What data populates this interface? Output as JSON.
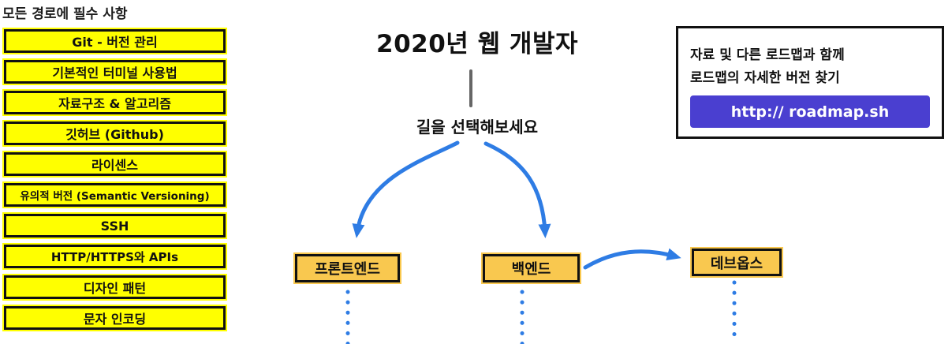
{
  "left_panel": {
    "title": "모든 경로에 필수 사항",
    "items": [
      "Git - 버전 관리",
      "기본적인 터미널 사용법",
      "자료구조 & 알고리즘",
      "깃허브 (Github)",
      "라이센스",
      "유의적 버전 (Semantic Versioning)",
      "SSH",
      "HTTP/HTTPS와 APIs",
      "디자인 패턴",
      "문자 인코딩"
    ]
  },
  "center": {
    "title": "2020년 웹 개발자",
    "subtitle": "길을 선택해보세요",
    "paths": [
      "프론트엔드",
      "백엔드",
      "데브옵스"
    ]
  },
  "info_box": {
    "line1": "자료 및 다른 로드맵과 함께",
    "line2": "로드맵의 자세한 버전 찾기",
    "button_label": "http:// roadmap.sh"
  },
  "colors": {
    "yellow": "#FFFF00",
    "orange": "#F9C84F",
    "blue": "#2E7CE4",
    "purple": "#4A3FD0",
    "line_gray": "#666666"
  }
}
